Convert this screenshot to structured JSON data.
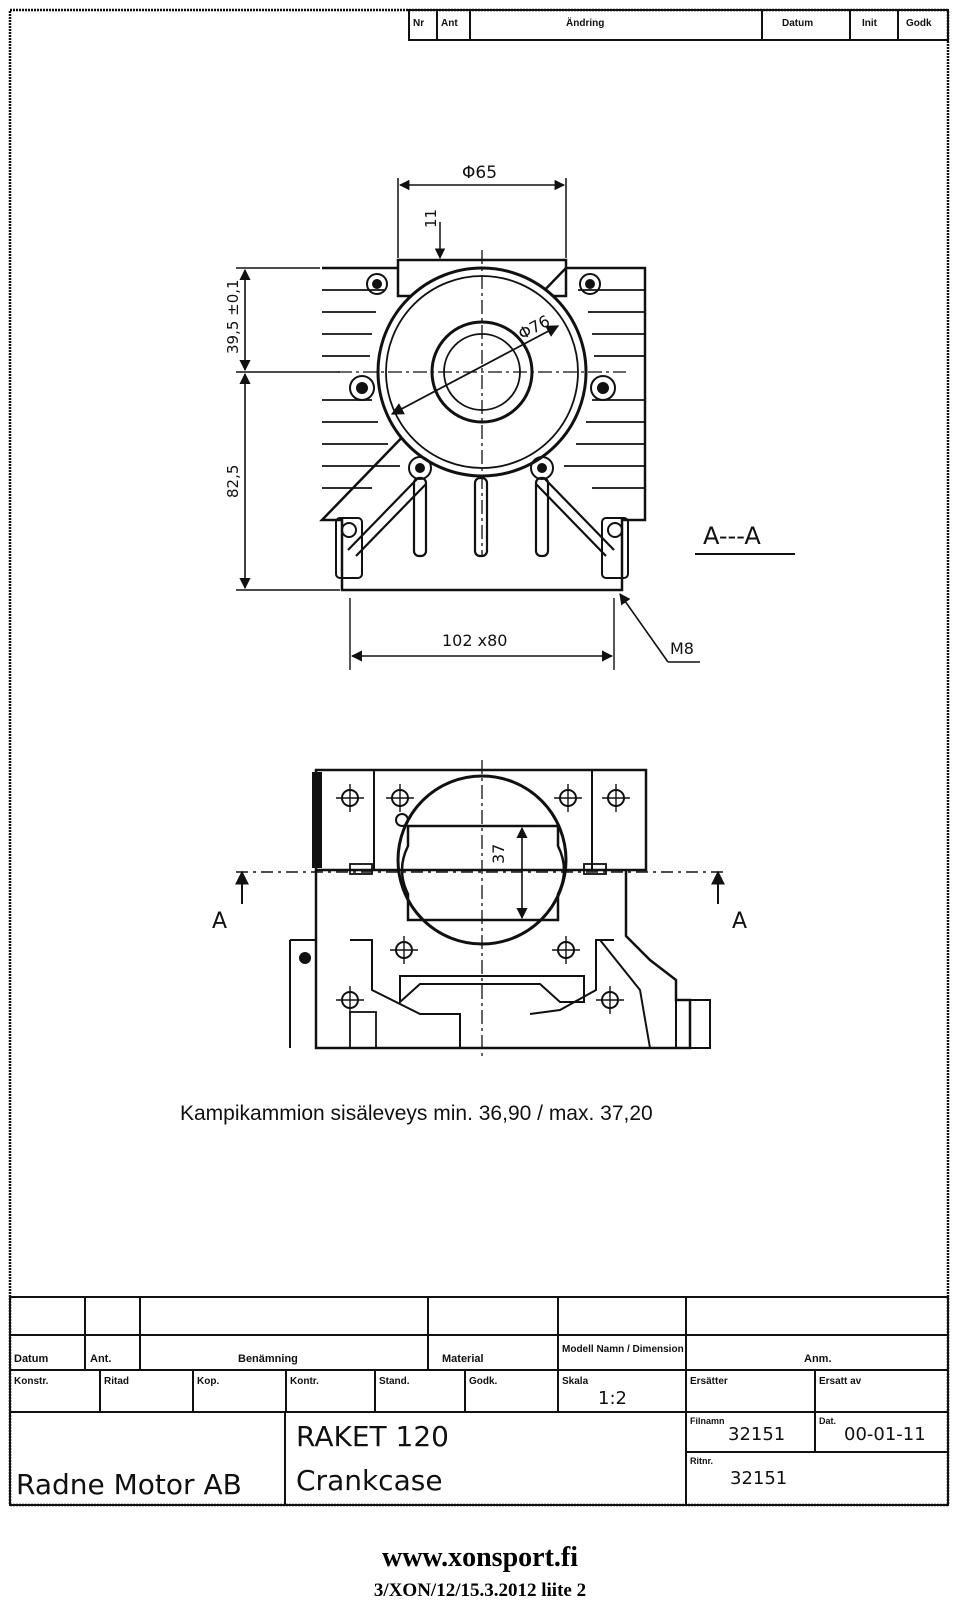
{
  "revision_header": {
    "nr": "Nr",
    "ant": "Ant",
    "andring": "Ändring",
    "datum": "Datum",
    "init": "Init",
    "godk": "Godk"
  },
  "dimensions": {
    "phi65": "Φ65",
    "eleven": "11",
    "phi76": "Φ76",
    "d395": "39,5 ±0,1",
    "d825": "82,5",
    "d102x80": "102 x80",
    "m8": "M8",
    "d37": "37"
  },
  "section": {
    "label": "A---A",
    "left_mark": "A",
    "right_mark": "A"
  },
  "caption": "Kampikammion sisäleveys min. 36,90 / max. 37,20",
  "title_block": {
    "datum": "Datum",
    "ant": "Ant.",
    "benamning": "Benämning",
    "material": "Material",
    "modell_dimension": "Modell Namn / Dimension",
    "anm": "Anm.",
    "konstr": "Konstr.",
    "ritad": "Ritad",
    "kop": "Kop.",
    "kontr": "Kontr.",
    "stand": "Stand.",
    "godk": "Godk.",
    "skala_label": "Skala",
    "skala_value": "1:2",
    "ersatter": "Ersätter",
    "ersatt_av": "Ersatt av",
    "company": "Radne Motor AB",
    "product": "RAKET 120",
    "part": "Crankcase",
    "filnamn_label": "Filnamn",
    "filnamn_value": "32151",
    "dat_label": "Dat.",
    "dat_value": "00-01-11",
    "ritnr_label": "Ritnr.",
    "ritnr_value": "32151"
  },
  "footer": {
    "url": "www.xonsport.fi",
    "reference": "3/XON/12/15.3.2012  liite 2"
  }
}
